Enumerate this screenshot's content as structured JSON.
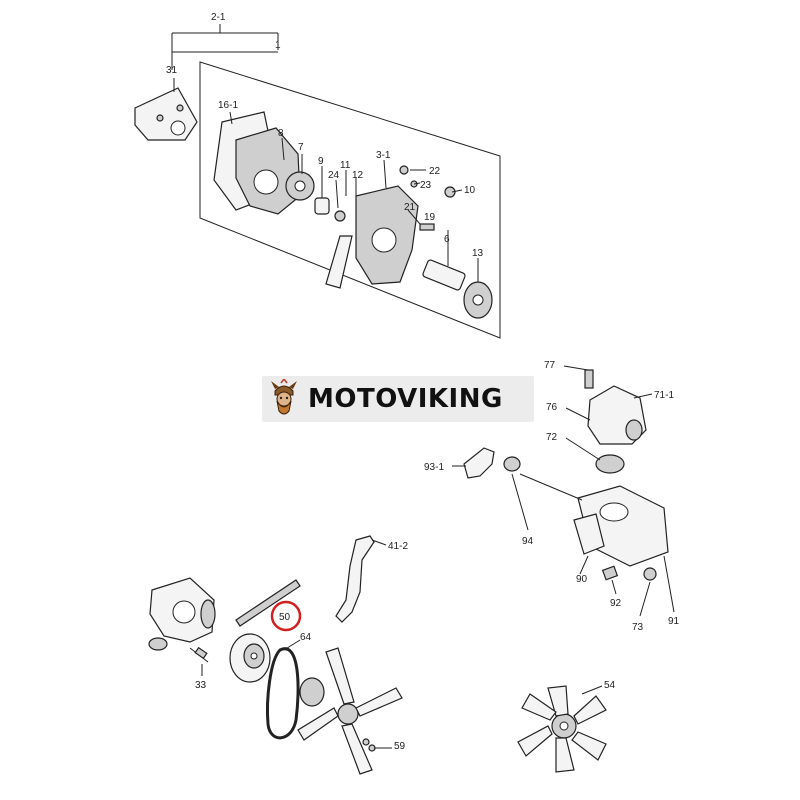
{
  "callouts": {
    "c2_1": "2-1",
    "c1": "1",
    "c31": "31",
    "c16_1": "16-1",
    "c8": "8",
    "c7": "7",
    "c9": "9",
    "c11": "11",
    "c12": "12",
    "c24": "24",
    "c3_1": "3-1",
    "c22": "22",
    "c23": "23",
    "c10": "10",
    "c21": "21",
    "c19": "19",
    "c6": "6",
    "c13": "13",
    "c77": "77",
    "c71_1": "71-1",
    "c76": "76",
    "c72": "72",
    "c93_1": "93-1",
    "c94": "94",
    "c90": "90",
    "c92": "92",
    "c73": "73",
    "c91": "91",
    "c41_2": "41-2",
    "c50": "50",
    "c64": "64",
    "c33": "33",
    "c59": "59",
    "c54": "54"
  },
  "highlight": {
    "part": "50",
    "color": "#d21f1f"
  },
  "watermark": {
    "brand": "MOTOVIKING",
    "color": "#111111"
  }
}
